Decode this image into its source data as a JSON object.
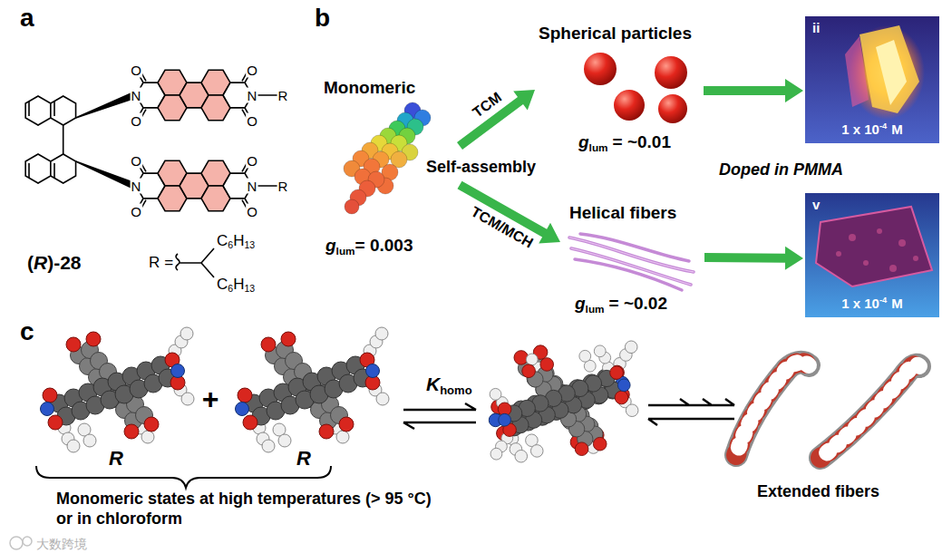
{
  "diagram": {
    "nodes": [
      {
        "text": [
          "Monomeric",
          "g",
          "lum",
          "= 0.003"
        ]
      },
      {
        "text": [
          "Spherical particles",
          "g",
          "lum",
          "= ~0.01"
        ]
      },
      {
        "text": [
          "Helical fibers",
          "g",
          "lum",
          "= ~0.02"
        ]
      },
      {
        "text": [
          "ii",
          "1 x 10",
          "-4",
          "M"
        ]
      },
      {
        "text": [
          "v",
          "1 x 10",
          "-4",
          "M"
        ]
      }
    ],
    "edges": [
      {
        "from": 0,
        "to": 1,
        "label": "TCM",
        "arrow": "to"
      },
      {
        "from": 0,
        "to": 2,
        "label": "TCM/MCH",
        "arrow": "to"
      },
      {
        "from": 1,
        "to": 3,
        "arrow": "to"
      },
      {
        "from": 2,
        "to": 4,
        "arrow": "to"
      }
    ],
    "labels": [
      "a",
      "O",
      "O",
      "N",
      "N",
      "R",
      "O",
      "O",
      "O",
      "O",
      "N",
      "N",
      "R",
      "O",
      "O",
      "(",
      "R",
      ")-28",
      "R",
      "=",
      "C",
      "6",
      "H",
      "13",
      "C",
      "6",
      "H",
      "13",
      "b",
      "Self-assembly",
      "Doped in PMMA",
      "c",
      "R",
      "+",
      "R",
      "K",
      "homo",
      "Monomeric states at high temperatures (> 95 °C) or in chloroform",
      "Extended fibers",
      "大数跨境"
    ]
  }
}
